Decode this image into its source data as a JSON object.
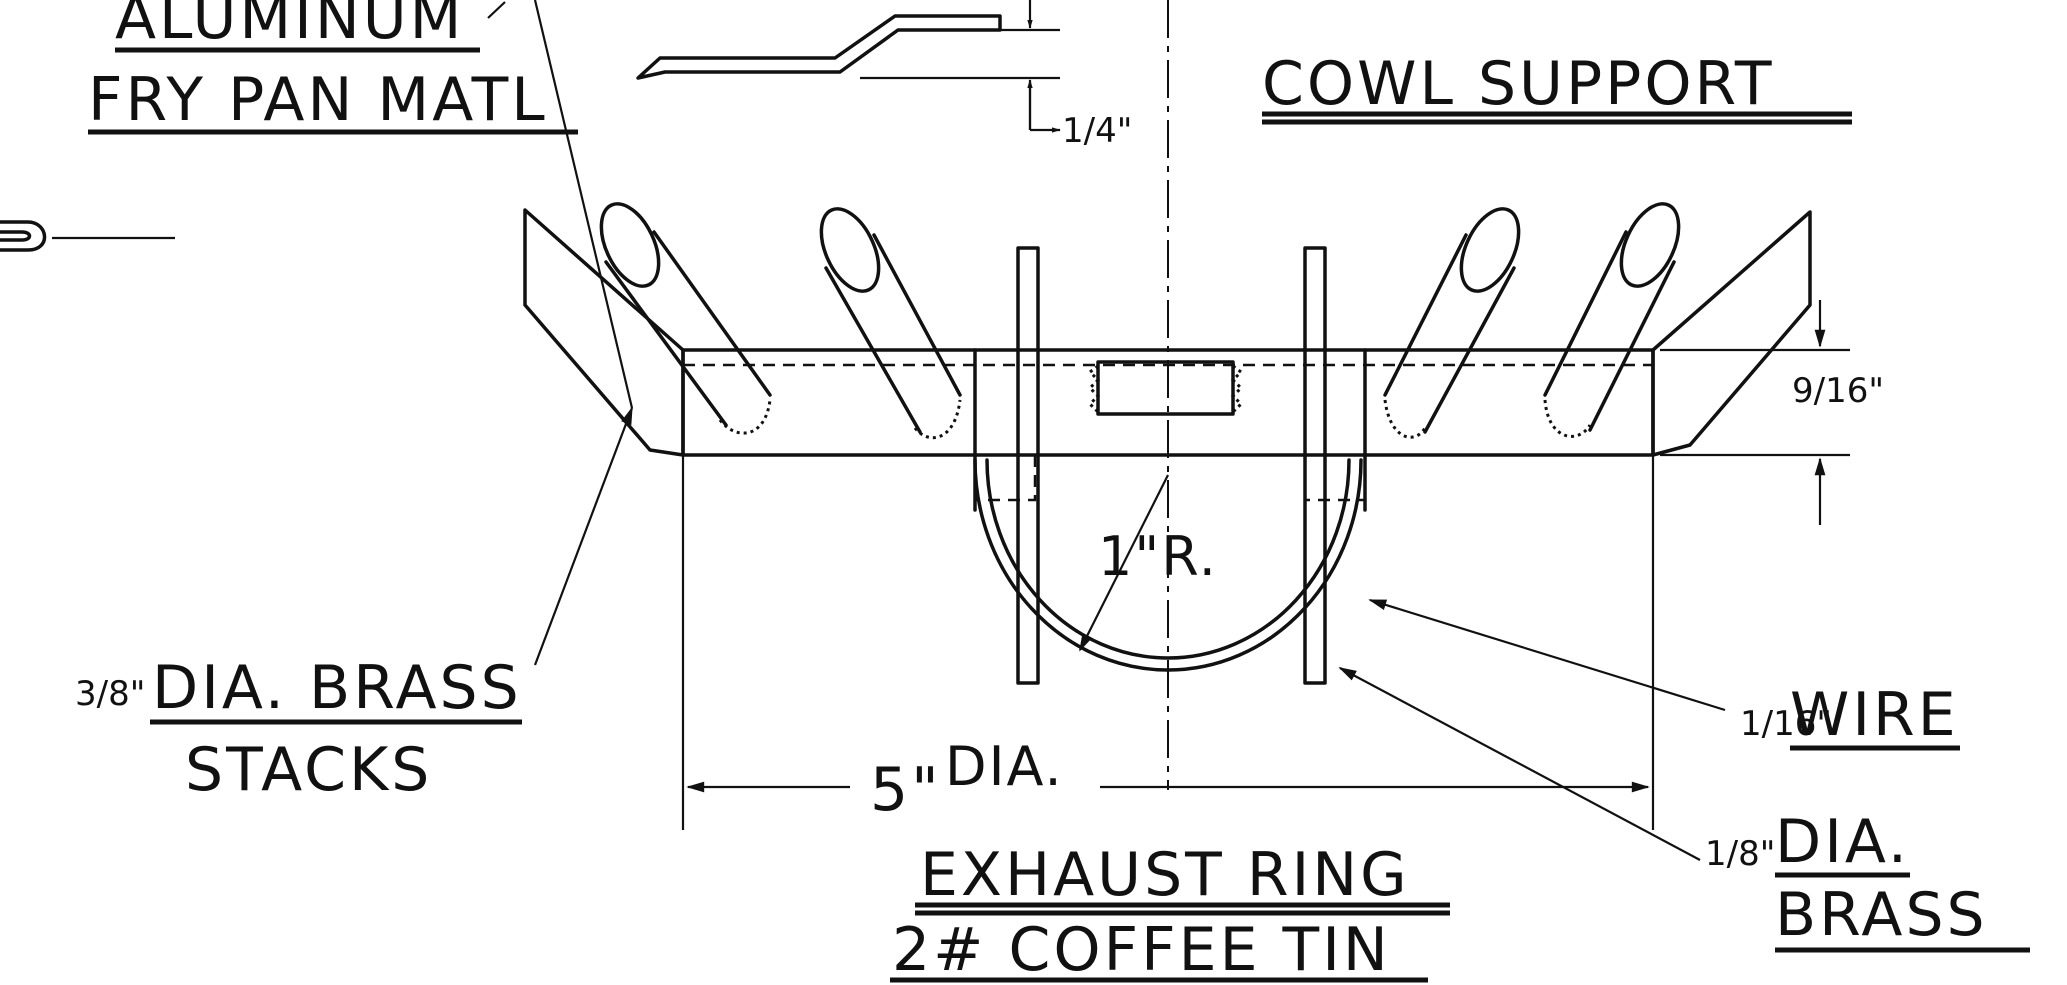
{
  "labels": {
    "aluminum": "ALUMINUM",
    "fry_pan_matl": "FRY PAN MATL",
    "cowl_support": "COWL SUPPORT",
    "quarter_inch": "1/4\"",
    "nine_sixteenths": "9/16\"",
    "one_inch_radius": "1\"R.",
    "brass_stacks_fraction": "3/8\"",
    "brass_stacks_line1": "DIA. BRASS",
    "brass_stacks_line2": "STACKS",
    "wire_fraction": "1/16\"",
    "wire": "WIRE",
    "five_inch": "5\"",
    "dia": "DIA.",
    "brass_rod_fraction": "1/8\"",
    "brass_rod_line1": "DIA.",
    "brass_rod_line2": "BRASS",
    "exhaust_ring": "EXHAUST RING",
    "coffee_tin": "2# COFFEE TIN"
  }
}
